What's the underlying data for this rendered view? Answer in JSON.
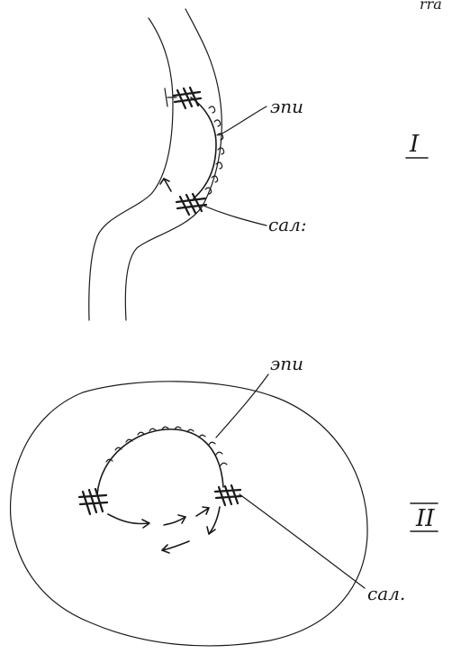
{
  "corner_text": "rra",
  "figure_1": {
    "label_upper": "эпи",
    "label_lower": "сал:",
    "roman": "I"
  },
  "figure_2": {
    "label_upper": "эпи",
    "label_lower": "сал.",
    "roman": "II"
  }
}
